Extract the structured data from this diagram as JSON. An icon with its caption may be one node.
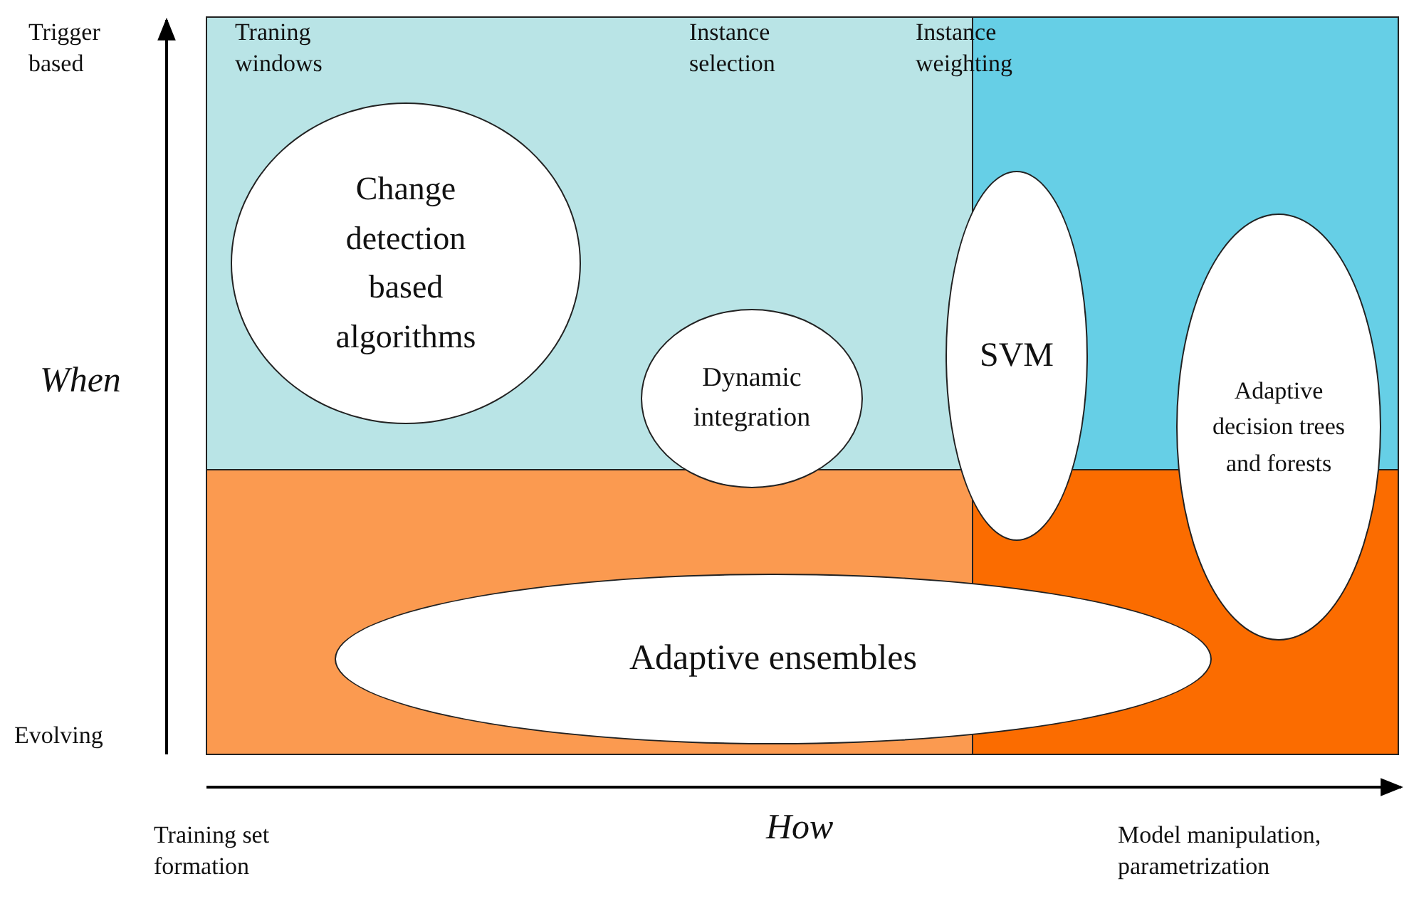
{
  "diagram": {
    "nodes": [
      {
        "text": [
          "Change detection based algorithms"
        ]
      },
      {
        "text": [
          "Dynamic integration"
        ]
      },
      {
        "text": [
          "SVM"
        ]
      },
      {
        "text": [
          "Adaptive decision trees and forests"
        ]
      },
      {
        "text": [
          "Adaptive ensembles"
        ]
      }
    ],
    "labels": [
      "Trigger based",
      "Traning windows",
      "Instance selection",
      "Instance weighting",
      "When",
      "Evolving",
      "Training set formation",
      "How",
      "Model manipulation, parametrization"
    ]
  }
}
